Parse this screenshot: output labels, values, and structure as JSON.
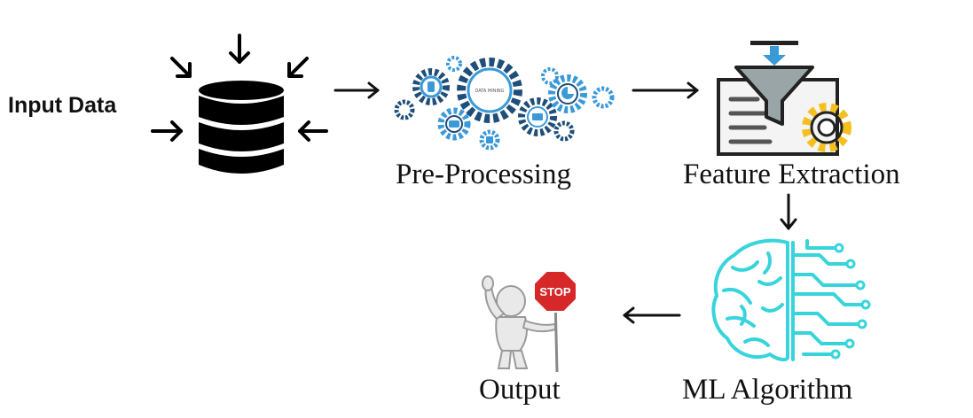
{
  "diagram": {
    "nodes": {
      "input": {
        "label": "Input Data",
        "icon": "database-icon"
      },
      "preprocessing": {
        "label": "Pre-Processing",
        "icon": "gears-icon",
        "gear_caption": "DATA MINING"
      },
      "feature_extraction": {
        "label": "Feature Extraction",
        "icon": "funnel-gear-icon"
      },
      "ml_algorithm": {
        "label": "ML Algorithm",
        "icon": "brain-circuit-icon"
      },
      "output": {
        "label": "Output",
        "icon": "stop-sign-figure-icon",
        "sign_text": "STOP"
      }
    },
    "edges": [
      {
        "from": "input",
        "to": "preprocessing"
      },
      {
        "from": "preprocessing",
        "to": "feature_extraction"
      },
      {
        "from": "feature_extraction",
        "to": "ml_algorithm"
      },
      {
        "from": "ml_algorithm",
        "to": "output"
      }
    ],
    "colors": {
      "ink": "#111111",
      "gear_blue": "#3a9ad9",
      "gear_dark": "#1f4e79",
      "brain_cyan": "#38d4dc",
      "gear_yellow": "#f4c020",
      "funnel_gray": "#7f8c8d",
      "stop_red": "#d62828"
    }
  }
}
